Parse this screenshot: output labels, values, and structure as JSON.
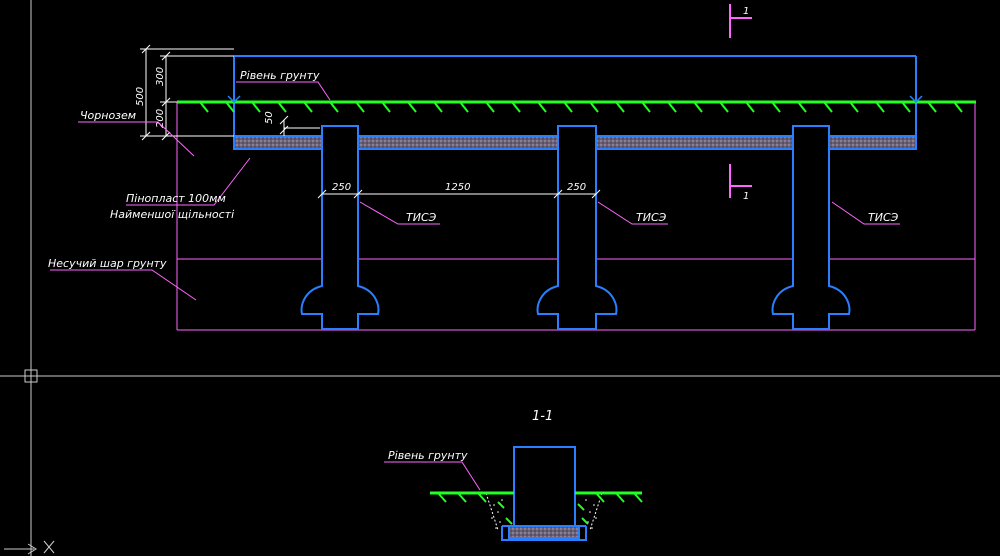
{
  "drawing": {
    "labels": {
      "ground_level": "Рівень грунту",
      "chernozem": "Чорнозем",
      "foam_line1": "Пінопласт 100мм",
      "foam_line2": "Найменшої щільності",
      "bearing_layer": "Несучий шар грунту",
      "pile": "ТИСЭ",
      "section_title": "1-1",
      "section_ground_level": "Рівень грунту",
      "section_mark": "1"
    },
    "dimensions": {
      "total_height": "500",
      "upper_part": "300",
      "lower_part": "200",
      "offset": "50",
      "pile_width_left": "250",
      "pile_spacing": "1250",
      "pile_width_middle": "250"
    }
  },
  "colors": {
    "background": "#000000",
    "ground": "#22ff22",
    "structure": "#2a7fff",
    "leader": "#ff66ff",
    "text": "#ffffff",
    "crosshair": "#cccccc",
    "insulation": "#7a6f86"
  }
}
